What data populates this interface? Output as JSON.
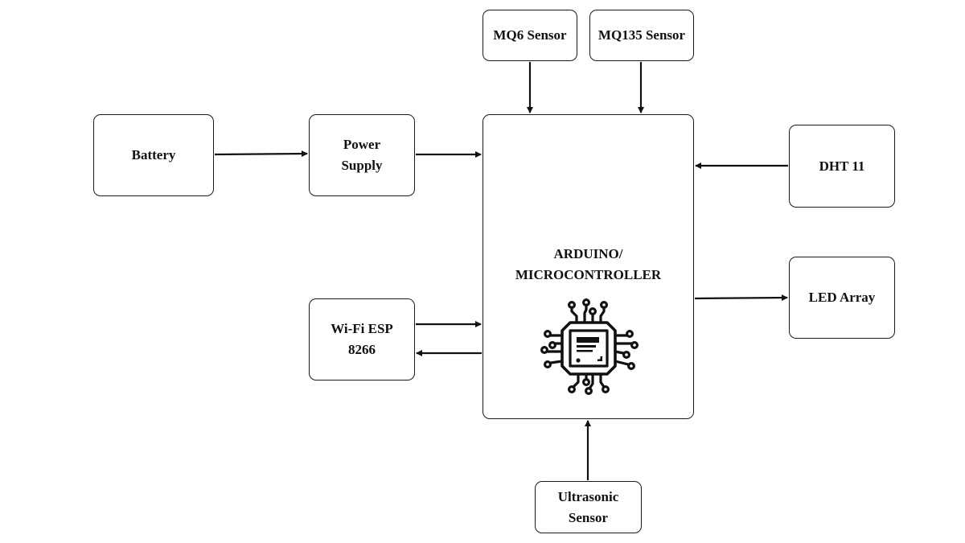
{
  "diagram": {
    "central": {
      "label": "ARDUINO/\nMICROCONTROLLER",
      "icon": "microchip-icon"
    },
    "blocks": {
      "mq6": "MQ6 Sensor",
      "mq135": "MQ135 Sensor",
      "battery": "Battery",
      "power_supply": "Power\nSupply",
      "dht": "DHT 11",
      "led": "LED Array",
      "wifi": "Wi-Fi ESP\n8266",
      "ultrasonic": "Ultrasonic\nSensor"
    },
    "connections": [
      {
        "from": "Battery",
        "to": "Power Supply"
      },
      {
        "from": "Power Supply",
        "to": "ARDUINO/MICROCONTROLLER"
      },
      {
        "from": "MQ6 Sensor",
        "to": "ARDUINO/MICROCONTROLLER"
      },
      {
        "from": "MQ135 Sensor",
        "to": "ARDUINO/MICROCONTROLLER"
      },
      {
        "from": "DHT 11",
        "to": "ARDUINO/MICROCONTROLLER"
      },
      {
        "from": "ARDUINO/MICROCONTROLLER",
        "to": "LED Array"
      },
      {
        "from": "Wi-Fi ESP 8266",
        "to": "ARDUINO/MICROCONTROLLER"
      },
      {
        "from": "ARDUINO/MICROCONTROLLER",
        "to": "Wi-Fi ESP 8266"
      },
      {
        "from": "Ultrasonic Sensor",
        "to": "ARDUINO/MICROCONTROLLER"
      }
    ]
  }
}
